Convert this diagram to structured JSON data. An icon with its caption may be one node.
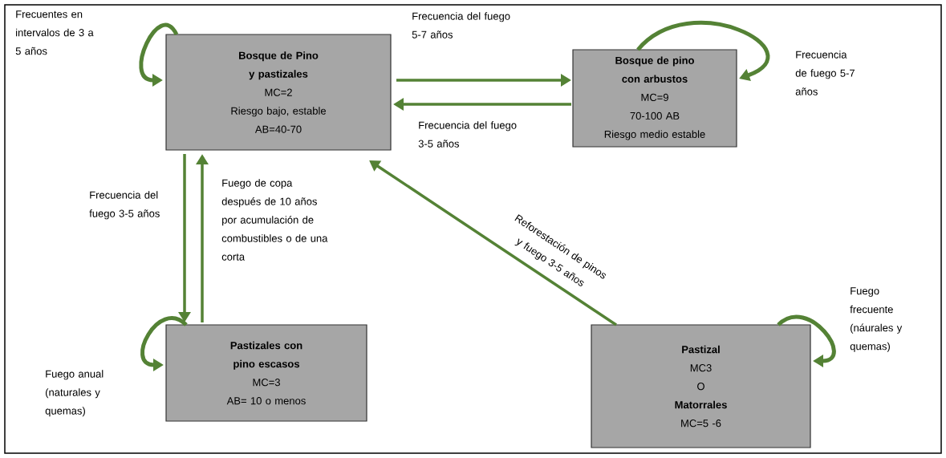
{
  "diagram": {
    "nodes": [
      {
        "text": [
          "Bosque de Pino y pastizales",
          "MC=2",
          "Riesgo bajo, estable",
          "AB=40-70"
        ]
      },
      {
        "text": [
          "Bosque de pino con arbustos",
          "MC=9",
          "70-100 AB",
          "Riesgo medio estable"
        ]
      },
      {
        "text": [
          "Pastizales con pino escasos",
          "MC=3",
          "AB= 10 o menos"
        ]
      },
      {
        "text": [
          "Pastizal",
          "MC3",
          "O",
          "Matorrales",
          "MC=5 -6"
        ]
      }
    ],
    "edges": [
      {
        "from": 0,
        "to": 0,
        "arrow": "to",
        "label": "Frecuentes en intervalos de 3 a 5 años"
      },
      {
        "from": 0,
        "to": 1,
        "arrow": "to",
        "label": "Frecuencia del fuego 5-7 años"
      },
      {
        "from": 1,
        "to": 0,
        "arrow": "to",
        "label": "Frecuencia del fuego 3-5 años"
      },
      {
        "from": 1,
        "to": 1,
        "arrow": "to",
        "label": "Frecuencia de fuego 5-7 años"
      },
      {
        "from": 0,
        "to": 2,
        "arrow": "to",
        "label": "Frecuencia del fuego 3-5 años"
      },
      {
        "from": 2,
        "to": 0,
        "arrow": "to",
        "label": "Fuego de copa después de 10 años por acumulación de combustibles o de una corta"
      },
      {
        "from": 3,
        "to": 0,
        "arrow": "to",
        "label": "Reforestación de pinos y fuego 3-5 años"
      },
      {
        "from": 2,
        "to": 2,
        "arrow": "to",
        "label": "Fuego anual (naturales y quemas)"
      },
      {
        "from": 3,
        "to": 3,
        "arrow": "to",
        "label": "Fuego frecuente (náurales y quemas)"
      }
    ]
  }
}
